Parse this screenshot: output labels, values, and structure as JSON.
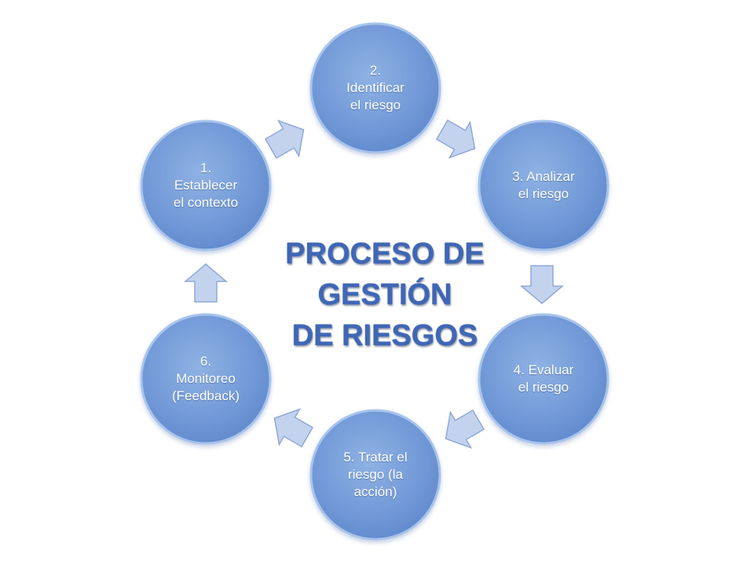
{
  "title": {
    "line1": "PROCESO DE",
    "line2": "GESTIÓN",
    "line3": "DE RIESGOS"
  },
  "steps": [
    {
      "label": "1.\nEstablecer\nel contexto"
    },
    {
      "label": "2.\nIdentificar\nel riesgo"
    },
    {
      "label": "3. Analizar\nel riesgo"
    },
    {
      "label": "4. Evaluar\nel riesgo"
    },
    {
      "label": "5. Tratar el\nriesgo (la\nacción)"
    },
    {
      "label": "6.\nMonitoreo\n(Feedback)"
    }
  ],
  "colors": {
    "circle_fill": "#6f97d6",
    "circle_border": "#a8c4ec",
    "arrow_fill": "#c3d3ee",
    "arrow_stroke": "#8fa9d8",
    "title": "#3f67b6"
  }
}
